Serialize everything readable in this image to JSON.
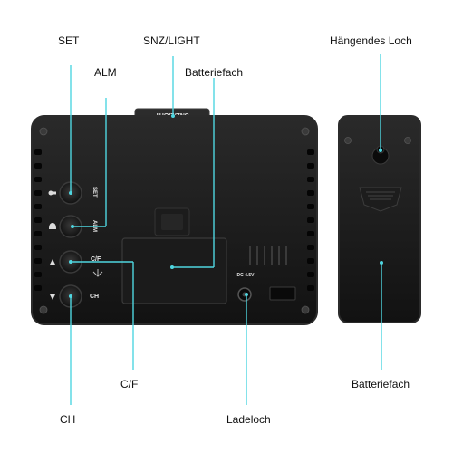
{
  "callouts": {
    "set": "SET",
    "snz_light": "SNZ/LIGHT",
    "haengendes_loch": "Hängendes Loch",
    "alm": "ALM",
    "batteriefach_main": "Batteriefach",
    "cf": "C/F",
    "ch": "CH",
    "ladeloch": "Ladeloch",
    "batteriefach_side": "Batteriefach"
  },
  "device_markings": {
    "top_button": "SNZ/LIGHT",
    "set_btn": "SET",
    "alm_btn": "ALM",
    "cf_btn": "C/F",
    "ch_btn": "CH",
    "dc_label": "DC 4.5V"
  },
  "colors": {
    "callout_line": "#4fd6e0",
    "device_body": "#161616",
    "device_edge": "#2b2b2b"
  },
  "icons": [
    "screw-icon",
    "light-icon",
    "bell-icon",
    "up-arrow-icon",
    "down-arrow-icon",
    "antenna-icon",
    "hanging-hole-icon"
  ]
}
